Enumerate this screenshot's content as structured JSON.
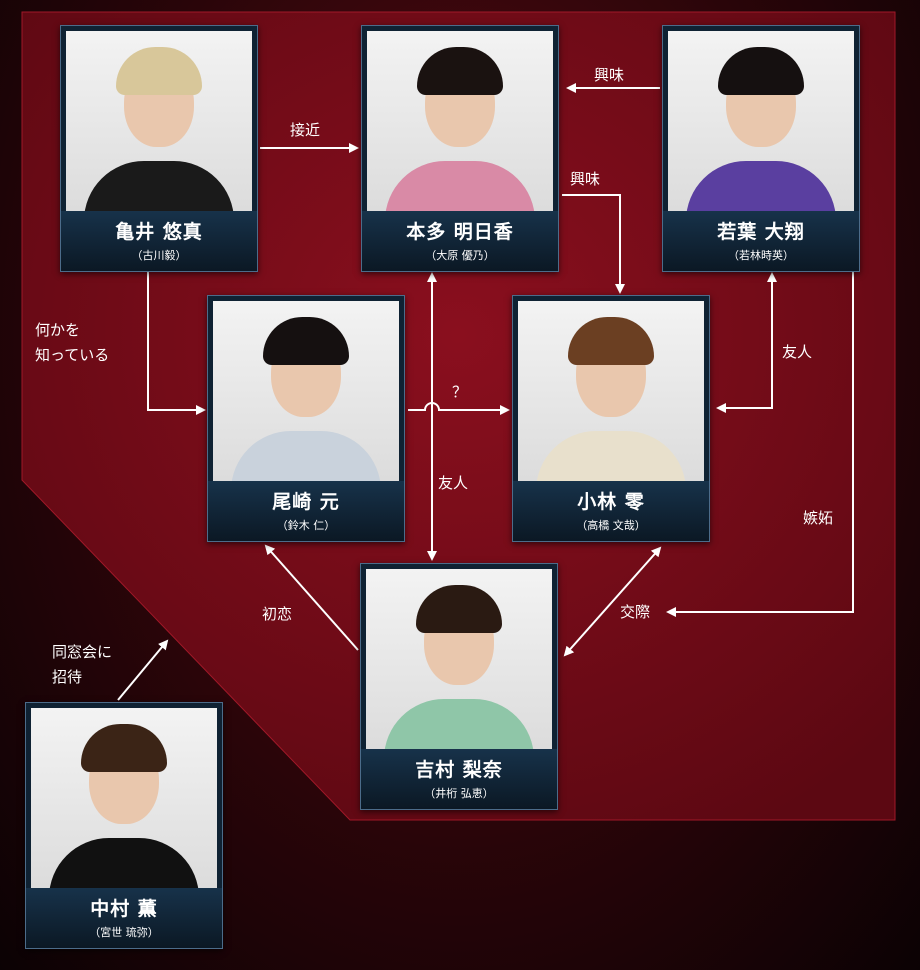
{
  "characters": [
    {
      "name": "亀井 悠真",
      "actor": "（古川毅）",
      "hair": "#d8c79a",
      "body": "#1a1a1a"
    },
    {
      "name": "本多 明日香",
      "actor": "（大原 優乃）",
      "hair": "#1a1210",
      "body": "#d98aa6"
    },
    {
      "name": "若葉 大翔",
      "actor": "（若林時英）",
      "hair": "#151010",
      "body": "#5a3fa0"
    },
    {
      "name": "尾崎 元",
      "actor": "（鈴木 仁）",
      "hair": "#151010",
      "body": "#c9d2dc"
    },
    {
      "name": "小林 零",
      "actor": "（高橋 文哉）",
      "hair": "#6b3f22",
      "body": "#e8e0cc"
    },
    {
      "name": "吉村 梨奈",
      "actor": "（井桁 弘恵）",
      "hair": "#2a1a12",
      "body": "#8fc6a8"
    },
    {
      "name": "中村 薫",
      "actor": "（宮世 琉弥）",
      "hair": "#3b2416",
      "body": "#111111"
    }
  ],
  "relations": {
    "approach": "接近",
    "interest_top": "興味",
    "interest": "興味",
    "knows_line1": "何かを",
    "knows_line2": "知っている",
    "unknown": "？",
    "friend_center": "友人",
    "friend_right": "友人",
    "jealousy": "嫉妬",
    "dating": "交際",
    "first_love": "初恋",
    "invite_line1": "同窓会に",
    "invite_line2": "招待"
  },
  "colors": {
    "panel": "#7a0c18",
    "card": "#0f2233",
    "card_border": "#4c6c8a"
  }
}
